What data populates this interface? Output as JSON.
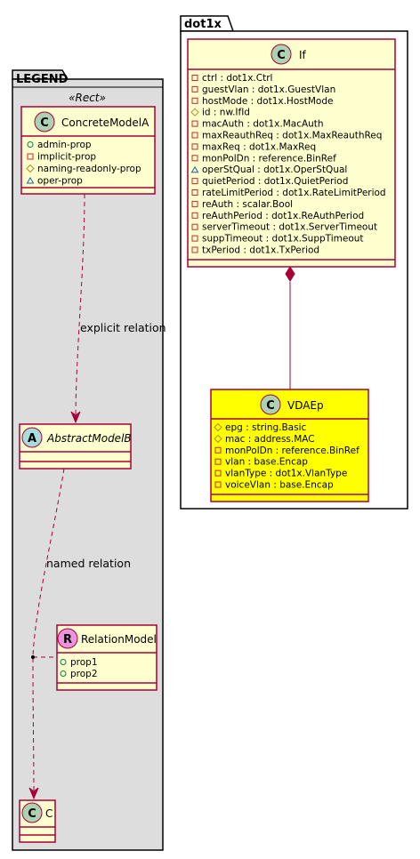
{
  "colors": {
    "class_fill": "#FEFECE",
    "highlight_fill": "#FFFF00",
    "border": "#A80036",
    "legend_fill": "#DDDDDD",
    "circle_class": "#ADD1B2",
    "circle_abstract": "#A9DCDF",
    "circle_relation": "#EB93DF"
  },
  "packages": {
    "legend": {
      "title": "LEGEND",
      "stereotype": "«Rect»"
    },
    "dot1x": {
      "title": "dot1x"
    }
  },
  "classes": {
    "concrete": {
      "icon": "C",
      "name": "ConcreteModelA",
      "attributes": [
        {
          "vis": "+",
          "text": "admin-prop"
        },
        {
          "vis": "-",
          "text": "implicit-prop"
        },
        {
          "vis": "#",
          "text": "naming-readonly-prop"
        },
        {
          "vis": "~",
          "text": "oper-prop"
        }
      ]
    },
    "abstract": {
      "icon": "A",
      "name": "AbstractModelB"
    },
    "relation": {
      "icon": "R",
      "name": "RelationModel",
      "attributes": [
        {
          "vis": "+",
          "text": "prop1"
        },
        {
          "vis": "+",
          "text": "prop2"
        }
      ]
    },
    "c": {
      "icon": "C",
      "name": "C"
    },
    "if": {
      "icon": "C",
      "name": "If",
      "attributes": [
        {
          "vis": "-",
          "text": "ctrl : dot1x.Ctrl"
        },
        {
          "vis": "-",
          "text": "guestVlan : dot1x.GuestVlan"
        },
        {
          "vis": "-",
          "text": "hostMode : dot1x.HostMode"
        },
        {
          "vis": "#",
          "text": "id : nw.IfId"
        },
        {
          "vis": "-",
          "text": "macAuth : dot1x.MacAuth"
        },
        {
          "vis": "-",
          "text": "maxReauthReq : dot1x.MaxReauthReq"
        },
        {
          "vis": "-",
          "text": "maxReq : dot1x.MaxReq"
        },
        {
          "vis": "-",
          "text": "monPolDn : reference.BinRef"
        },
        {
          "vis": "~",
          "text": "operStQual : dot1x.OperStQual"
        },
        {
          "vis": "-",
          "text": "quietPeriod : dot1x.QuietPeriod"
        },
        {
          "vis": "-",
          "text": "rateLimitPeriod : dot1x.RateLimitPeriod"
        },
        {
          "vis": "-",
          "text": "reAuth : scalar.Bool"
        },
        {
          "vis": "-",
          "text": "reAuthPeriod : dot1x.ReAuthPeriod"
        },
        {
          "vis": "-",
          "text": "serverTimeout : dot1x.ServerTimeout"
        },
        {
          "vis": "-",
          "text": "suppTimeout : dot1x.SuppTimeout"
        },
        {
          "vis": "-",
          "text": "txPeriod : dot1x.TxPeriod"
        }
      ]
    },
    "vdaep": {
      "icon": "C",
      "name": "VDAEp",
      "attributes": [
        {
          "vis": "#",
          "text": "epg : string.Basic"
        },
        {
          "vis": "#",
          "text": "mac : address.MAC"
        },
        {
          "vis": "-",
          "text": "monPolDn : reference.BinRef"
        },
        {
          "vis": "-",
          "text": "vlan : base.Encap"
        },
        {
          "vis": "-",
          "text": "vlanType : dot1x.VlanType"
        },
        {
          "vis": "-",
          "text": "voiceVlan : base.Encap"
        }
      ]
    }
  },
  "edges": {
    "explicit": {
      "label": "explicit relation"
    },
    "named": {
      "label": "named relation"
    }
  }
}
